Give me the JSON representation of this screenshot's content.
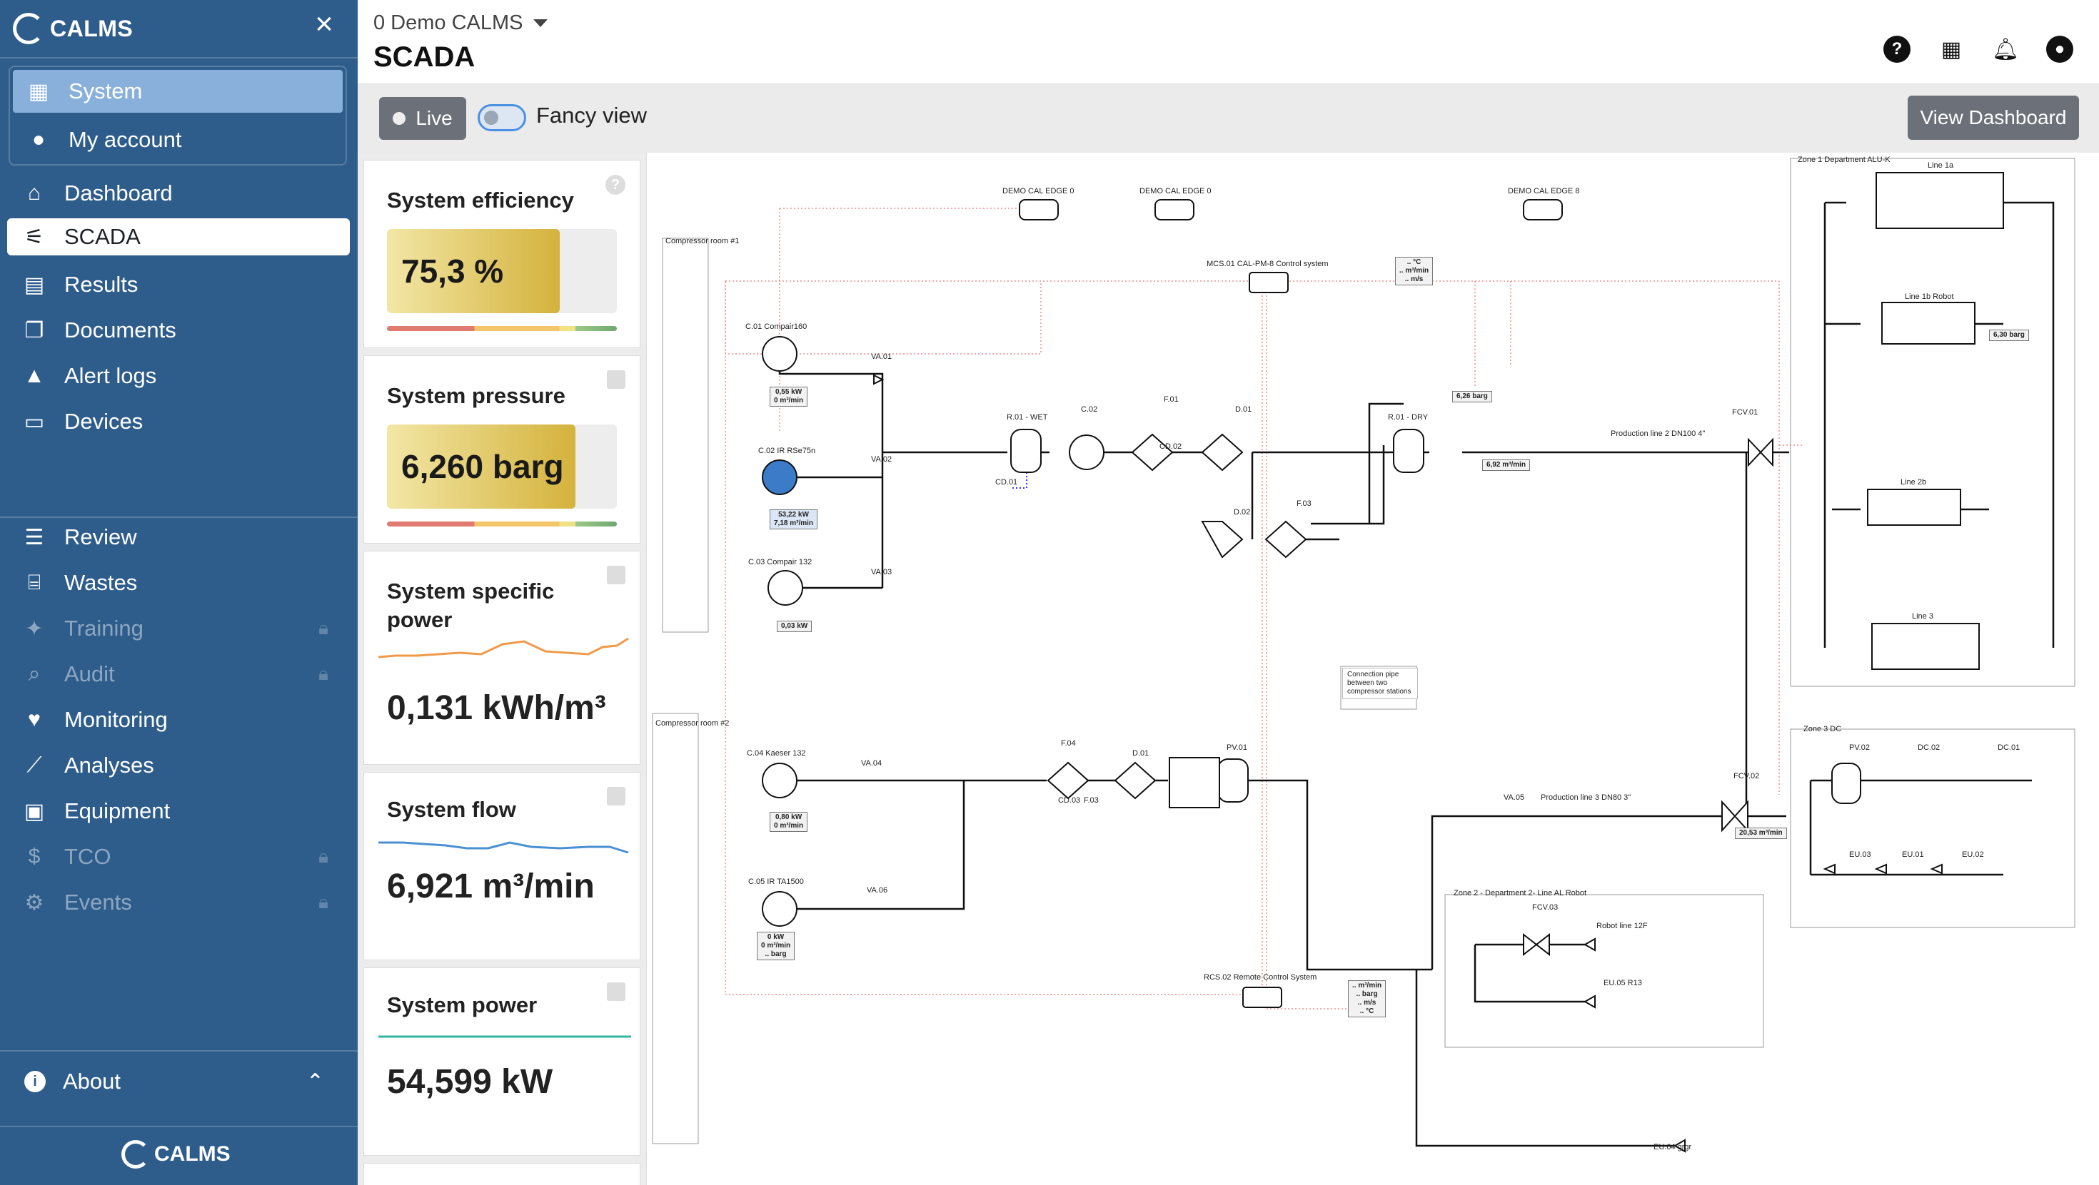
{
  "app": {
    "brand": "CALMS",
    "footer_brand": "CALMS"
  },
  "sidebar": {
    "account_items": [
      {
        "label": "System",
        "icon": "building-icon"
      },
      {
        "label": "My account",
        "icon": "user-icon"
      }
    ],
    "main_items": [
      {
        "label": "Dashboard",
        "icon": "home-icon"
      },
      {
        "label": "SCADA",
        "icon": "scada-icon"
      },
      {
        "label": "Results",
        "icon": "results-icon"
      },
      {
        "label": "Documents",
        "icon": "documents-icon"
      },
      {
        "label": "Alert logs",
        "icon": "alert-icon"
      },
      {
        "label": "Devices",
        "icon": "devices-icon"
      }
    ],
    "tool_items": [
      {
        "label": "Review",
        "icon": "list-icon",
        "locked": false
      },
      {
        "label": "Wastes",
        "icon": "wastes-icon",
        "locked": false
      },
      {
        "label": "Training",
        "icon": "training-icon",
        "locked": true
      },
      {
        "label": "Audit",
        "icon": "search-icon",
        "locked": true
      },
      {
        "label": "Monitoring",
        "icon": "heart-pulse-icon",
        "locked": false
      },
      {
        "label": "Analyses",
        "icon": "chart-line-icon",
        "locked": false
      },
      {
        "label": "Equipment",
        "icon": "equipment-icon",
        "locked": false
      },
      {
        "label": "TCO",
        "icon": "tco-icon",
        "locked": true
      },
      {
        "label": "Events",
        "icon": "events-icon",
        "locked": true
      }
    ],
    "about_label": "About"
  },
  "header": {
    "tenant": "0 Demo CALMS",
    "title": "SCADA"
  },
  "toolbar": {
    "live_label": "Live",
    "fancy_view_label": "Fancy view",
    "view_dashboard_label": "View Dashboard"
  },
  "kpi_cards": [
    {
      "title": "System efficiency",
      "value": "75,3 %",
      "level": 0.75
    },
    {
      "title": "System pressure",
      "value": "6,260 barg",
      "level": 0.82
    },
    {
      "title": "System specific power",
      "value": "0,131 kWh/m³"
    },
    {
      "title": "System flow",
      "value": "6,921 m³/min"
    },
    {
      "title": "System power",
      "value": "54,599 kW"
    }
  ],
  "diagram": {
    "labels": {
      "edge0a": "DEMO CAL EDGE 0",
      "edge0b": "DEMO CAL EDGE 0",
      "edge8": "DEMO CAL EDGE 8",
      "room1": "Compressor room #1",
      "room2": "Compressor room #2",
      "mcs": "MCS.01 CAL-PM-8 Control system",
      "c01": "C.01 Compair160",
      "c02irs": "C.02 IR RSe75n",
      "c03": "C.03 Compair 132",
      "c04": "C.04 Kaeser 132",
      "c05": "C.05 IR TA1500",
      "va01": "VA.01",
      "va02": "VA.02",
      "va03": "VA.03",
      "va04": "VA.04",
      "va05": "VA.05",
      "va06": "VA.06",
      "r01wet": "R.01 - WET",
      "c02": "C.02",
      "f01": "F.01",
      "d01": "D.01",
      "r01dry": "R.01 - DRY",
      "cd01": "CD.01",
      "cd02": "CD.02",
      "d02": "D.02",
      "f03": "F.03",
      "f04": "F.04",
      "d01b": "D.01",
      "pv01": "PV.01",
      "cd03": "CD.03",
      "f03b": "F.03",
      "prod2": "Production line 2 DN100 4\"",
      "prod3": "Production line 3 DN80 3\"",
      "fcv01": "FCV.01",
      "fcv02": "FCV.02",
      "fcv03": "FCV.03",
      "zone1": "Zone 1 Department ALU-K",
      "line1a": "Line 1a",
      "line1b": "Line 1b Robot",
      "line2b": "Line 2b",
      "line3": "Line 3",
      "zone3": "Zone 3 DC",
      "pv02": "PV.02",
      "dc02": "DC.02",
      "dc01": "DC.01",
      "eu03": "EU.03",
      "eu01": "EU.01",
      "eu02": "EU.02",
      "zone2": "Zone 2 - Department 2- Line AL Robot",
      "robot12f": "Robot line 12F",
      "eu05": "EU.05 R13",
      "rcs": "RCS.02 Remote Control System",
      "eu04": "EU.04 grgr"
    },
    "readings": {
      "c01": [
        "0,55 kW",
        "0 m³/min"
      ],
      "c02": [
        "53,22 kW",
        "7,18 m³/min"
      ],
      "c03": [
        "0,03 kW"
      ],
      "c04": [
        "0,80 kW",
        "0 m³/min"
      ],
      "c05": [
        "0 kW",
        "0 m³/min",
        ".. barg"
      ],
      "pressure_dry": [
        "6,26 barg"
      ],
      "flow_prod2": [
        "6,92 m³/min"
      ],
      "line1b": [
        "6,30 barg"
      ],
      "fcv02": [
        "20,53 m³/min"
      ],
      "top_sensor": [
        ".. °C",
        ".. m³/min",
        ".. m/s"
      ],
      "rcs_sensor": [
        ".. m³/min",
        ".. barg",
        ".. m/s",
        ".. °C"
      ]
    },
    "connection_note": "Connection pipe between two compressor stations"
  }
}
